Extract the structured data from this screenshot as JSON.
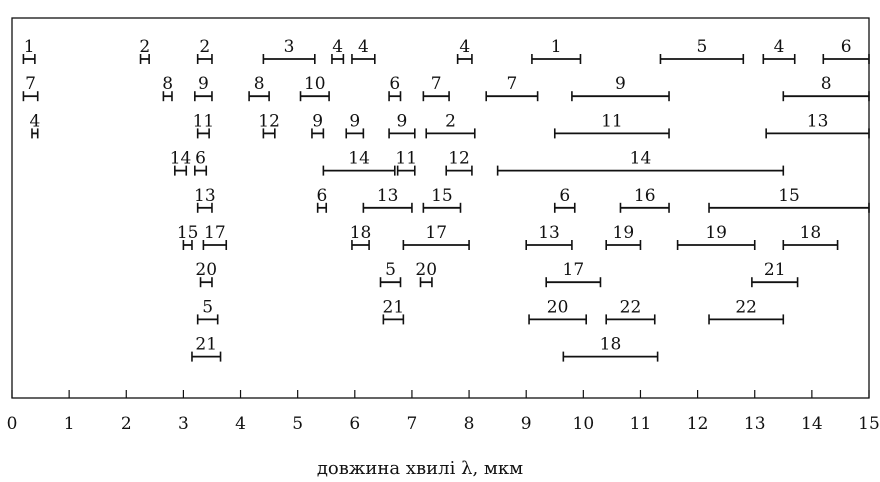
{
  "chart_data": {
    "type": "range-chart",
    "title": "",
    "xlabel": "довжина хвилі λ, мкм",
    "ylabel": "",
    "xlim": [
      0,
      15
    ],
    "x_ticks": [
      "0",
      "1",
      "2",
      "3",
      "4",
      "5",
      "6",
      "7",
      "8",
      "9",
      "10",
      "11",
      "12",
      "13",
      "14",
      "15"
    ],
    "grid": false,
    "legend": "none",
    "rows": [
      {
        "bands": [
          {
            "label": "1",
            "start": 0.2,
            "end": 0.4
          },
          {
            "label": "2",
            "start": 2.25,
            "end": 2.4
          },
          {
            "label": "2",
            "start": 3.25,
            "end": 3.5
          },
          {
            "label": "3",
            "start": 4.4,
            "end": 5.3
          },
          {
            "label": "4",
            "start": 5.6,
            "end": 5.8
          },
          {
            "label": "4",
            "start": 5.95,
            "end": 6.35
          },
          {
            "label": "4",
            "start": 7.8,
            "end": 8.05
          },
          {
            "label": "1",
            "start": 9.1,
            "end": 9.95
          },
          {
            "label": "5",
            "start": 11.35,
            "end": 12.8
          },
          {
            "label": "4",
            "start": 13.15,
            "end": 13.7
          },
          {
            "label": "6",
            "start": 14.2,
            "end": 15.0
          }
        ]
      },
      {
        "bands": [
          {
            "label": "7",
            "start": 0.2,
            "end": 0.45
          },
          {
            "label": "8",
            "start": 2.65,
            "end": 2.8
          },
          {
            "label": "9",
            "start": 3.2,
            "end": 3.5
          },
          {
            "label": "8",
            "start": 4.15,
            "end": 4.5
          },
          {
            "label": "10",
            "start": 5.05,
            "end": 5.55
          },
          {
            "label": "6",
            "start": 6.6,
            "end": 6.8
          },
          {
            "label": "7",
            "start": 7.2,
            "end": 7.65
          },
          {
            "label": "7",
            "start": 8.3,
            "end": 9.2
          },
          {
            "label": "9",
            "start": 9.8,
            "end": 11.5
          },
          {
            "label": "8",
            "start": 13.5,
            "end": 15.0
          }
        ]
      },
      {
        "bands": [
          {
            "label": "4",
            "start": 0.35,
            "end": 0.45
          },
          {
            "label": "11",
            "start": 3.25,
            "end": 3.45
          },
          {
            "label": "12",
            "start": 4.4,
            "end": 4.6
          },
          {
            "label": "9",
            "start": 5.25,
            "end": 5.45
          },
          {
            "label": "9",
            "start": 5.85,
            "end": 6.15
          },
          {
            "label": "9",
            "start": 6.6,
            "end": 7.05
          },
          {
            "label": "2",
            "start": 7.25,
            "end": 8.1
          },
          {
            "label": "11",
            "start": 9.5,
            "end": 11.5
          },
          {
            "label": "13",
            "start": 13.2,
            "end": 15.0
          }
        ]
      },
      {
        "bands": [
          {
            "label": "14",
            "start": 2.85,
            "end": 3.05
          },
          {
            "label": "6",
            "start": 3.2,
            "end": 3.4
          },
          {
            "label": "14",
            "start": 5.45,
            "end": 6.7
          },
          {
            "label": "11",
            "start": 6.75,
            "end": 7.05
          },
          {
            "label": "12",
            "start": 7.6,
            "end": 8.05
          },
          {
            "label": "14",
            "start": 8.5,
            "end": 13.5
          }
        ]
      },
      {
        "bands": [
          {
            "label": "13",
            "start": 3.25,
            "end": 3.5
          },
          {
            "label": "6",
            "start": 5.35,
            "end": 5.5
          },
          {
            "label": "13",
            "start": 6.15,
            "end": 7.0
          },
          {
            "label": "15",
            "start": 7.2,
            "end": 7.85
          },
          {
            "label": "6",
            "start": 9.5,
            "end": 9.85
          },
          {
            "label": "16",
            "start": 10.65,
            "end": 11.5
          },
          {
            "label": "15",
            "start": 12.2,
            "end": 15.0
          }
        ]
      },
      {
        "bands": [
          {
            "label": "15",
            "start": 3.0,
            "end": 3.15
          },
          {
            "label": "17",
            "start": 3.35,
            "end": 3.75
          },
          {
            "label": "18",
            "start": 5.95,
            "end": 6.25
          },
          {
            "label": "17",
            "start": 6.85,
            "end": 8.0
          },
          {
            "label": "13",
            "start": 9.0,
            "end": 9.8
          },
          {
            "label": "19",
            "start": 10.4,
            "end": 11.0
          },
          {
            "label": "19",
            "start": 11.65,
            "end": 13.0
          },
          {
            "label": "18",
            "start": 13.5,
            "end": 14.45
          }
        ]
      },
      {
        "bands": [
          {
            "label": "20",
            "start": 3.3,
            "end": 3.5
          },
          {
            "label": "5",
            "start": 6.45,
            "end": 6.8
          },
          {
            "label": "20",
            "start": 7.15,
            "end": 7.35
          },
          {
            "label": "17",
            "start": 9.35,
            "end": 10.3
          },
          {
            "label": "21",
            "start": 12.95,
            "end": 13.75
          }
        ]
      },
      {
        "bands": [
          {
            "label": "5",
            "start": 3.25,
            "end": 3.6
          },
          {
            "label": "21",
            "start": 6.5,
            "end": 6.85
          },
          {
            "label": "20",
            "start": 9.05,
            "end": 10.05
          },
          {
            "label": "22",
            "start": 10.4,
            "end": 11.25
          },
          {
            "label": "22",
            "start": 12.2,
            "end": 13.5
          }
        ]
      },
      {
        "bands": [
          {
            "label": "21",
            "start": 3.15,
            "end": 3.65
          },
          {
            "label": "18",
            "start": 9.65,
            "end": 11.3
          }
        ]
      }
    ]
  }
}
